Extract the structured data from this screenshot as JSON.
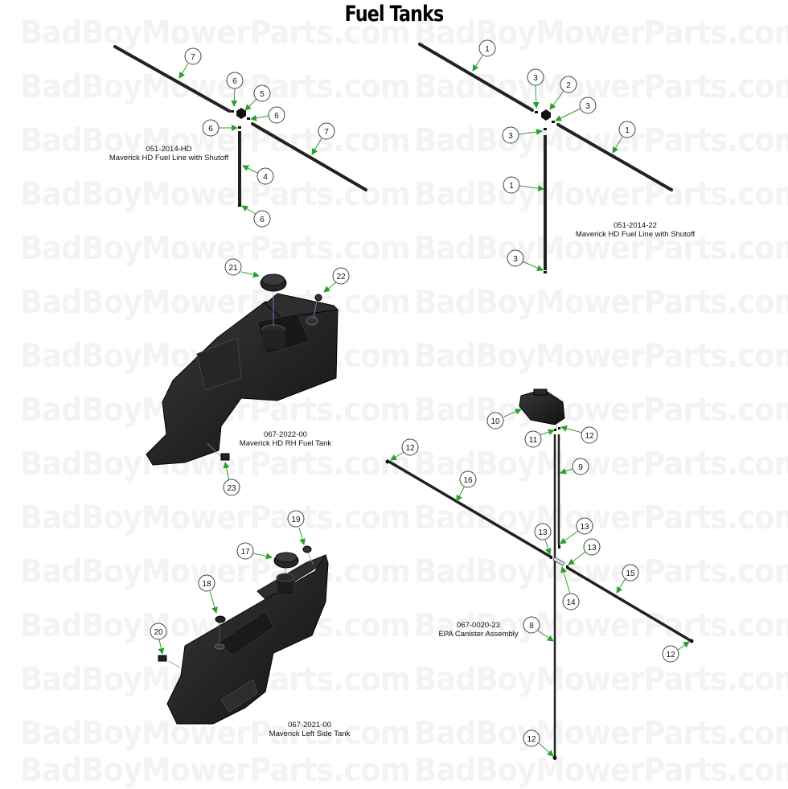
{
  "title": "Fuel Tanks",
  "watermark": "BadBoyMowerParts.com",
  "colors": {
    "callout_arrow": "#2aa02a",
    "part": "#1e1e1e",
    "watermark": "#f3f3f3"
  },
  "assemblies": [
    {
      "id": "hd-fuel-line",
      "part_number": "051-2014-HD",
      "name": "Maverick HD Fuel Line with Shutoff",
      "callouts": [
        "7",
        "6",
        "5",
        "6",
        "6",
        "7",
        "4",
        "6"
      ]
    },
    {
      "id": "fuel-line-22",
      "part_number": "051-2014-22",
      "name": "Maverick HD Fuel Line with Shutoff",
      "callouts": [
        "1",
        "3",
        "2",
        "3",
        "3",
        "1",
        "1",
        "3"
      ]
    },
    {
      "id": "rh-tank",
      "part_number": "067-2022-00",
      "name": "Maverick HD RH Fuel Tank",
      "callouts": [
        "21",
        "22",
        "23"
      ]
    },
    {
      "id": "left-tank",
      "part_number": "067-2021-00",
      "name": "Maverick Left Side Tank",
      "callouts": [
        "17",
        "18",
        "19",
        "20"
      ]
    },
    {
      "id": "epa-canister",
      "part_number": "067-0020-23",
      "name": "EPA Canister Assembly",
      "callouts": [
        "10",
        "11",
        "12",
        "9",
        "12",
        "16",
        "13",
        "13",
        "13",
        "14",
        "15",
        "8",
        "12",
        "12"
      ]
    }
  ]
}
